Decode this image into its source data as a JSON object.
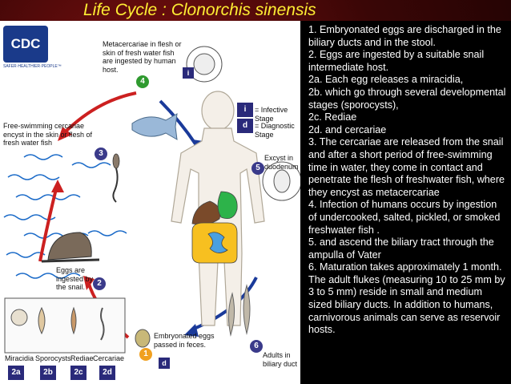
{
  "title": "Life Cycle : Clonorchis sinensis",
  "logo": {
    "text": "CDC",
    "tagline": "SAFER·HEALTHIER·PEOPLE™"
  },
  "diagram": {
    "stage_labels": {
      "s4": "Metacercariae in flesh or skin of fresh water fish are ingested by human host.",
      "s3": "Free-swimming cercariae encyst in the skin or flesh of fresh water fish",
      "s2": "Eggs are ingested by the snail.",
      "s1": "Embryonated eggs passed in feces.",
      "s5": "Excyst in duodenum",
      "s6": "Adults in biliary duct"
    },
    "legend": {
      "infective": {
        "mark": "i",
        "label": "= Infective Stage"
      },
      "diagnostic": {
        "mark": "d",
        "label": "= Diagnostic Stage"
      }
    },
    "badges": {
      "b1": "1",
      "b2": "2",
      "b3": "3",
      "b4": "4",
      "b5": "5",
      "b6": "6"
    },
    "snail_stages": [
      {
        "name": "Miracidia",
        "badge": "2a"
      },
      {
        "name": "Sporocysts",
        "badge": "2b"
      },
      {
        "name": "Rediae",
        "badge": "2c"
      },
      {
        "name": "Cercariae",
        "badge": "2d"
      }
    ],
    "corner_marks": {
      "d": "d",
      "i": "i"
    }
  },
  "notes": [
    "1. Embryonated eggs are discharged in the biliary ducts and in the stool.",
    "2. Eggs are ingested by a suitable snail intermediate host.",
    "2a. Each egg releases a miracidia,",
    "2b. which go through several developmental stages (sporocysts),",
    "2c. Rediae",
    "2d. and cercariae",
    "3. The cercariae are released from the snail and after a short period of free-swimming time in water, they come in contact and penetrate the flesh of freshwater fish, where they encyst as metacercariae",
    "4. Infection of humans occurs by ingestion of undercooked, salted, pickled, or smoked freshwater fish .",
    "5. and ascend the biliary tract through the ampulla of Vater",
    "6. Maturation takes approximately 1 month. The adult flukes (measuring 10 to 25 mm by 3 to 5 mm) reside in small and medium sized biliary ducts. In addition to humans, carnivorous animals can serve as reservoir hosts."
  ],
  "colors": {
    "title": "#ffee33",
    "arrow_red": "#cc2020",
    "arrow_blue": "#1a3a9a",
    "water": "#1a6ac8"
  }
}
